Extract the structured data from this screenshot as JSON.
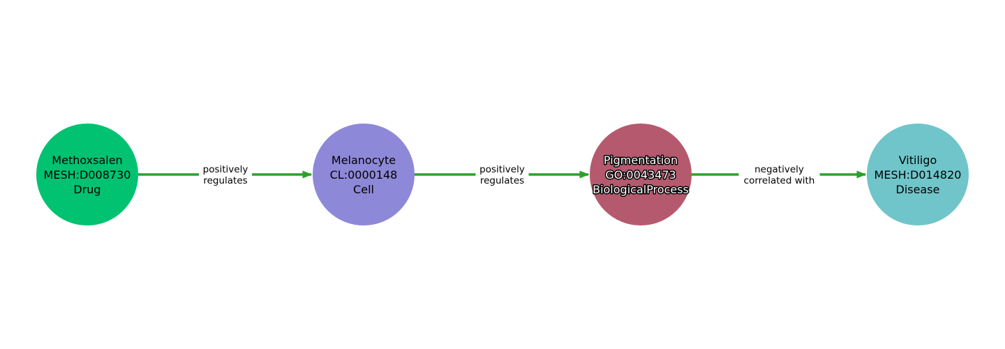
{
  "edge_color": "#2ca02c",
  "nodes": [
    {
      "lines": [
        "Methoxsalen",
        "MESH:D008730",
        "Drug"
      ],
      "color": "#00c271",
      "outlined": false
    },
    {
      "lines": [
        "Melanocyte",
        "CL:0000148",
        "Cell"
      ],
      "color": "#8e88d8",
      "outlined": false
    },
    {
      "lines": [
        "Pigmentation",
        "GO:0043473",
        "BiologicalProcess"
      ],
      "color": "#b55a6e",
      "outlined": true
    },
    {
      "lines": [
        "Vitiligo",
        "MESH:D014820",
        "Disease"
      ],
      "color": "#70c5ca",
      "outlined": false
    }
  ],
  "edges": [
    {
      "from": 0,
      "to": 1,
      "lines": [
        "positively",
        "regulates"
      ]
    },
    {
      "from": 1,
      "to": 2,
      "lines": [
        "positively",
        "regulates"
      ]
    },
    {
      "from": 2,
      "to": 3,
      "lines": [
        "negatively",
        "correlated with"
      ]
    }
  ]
}
